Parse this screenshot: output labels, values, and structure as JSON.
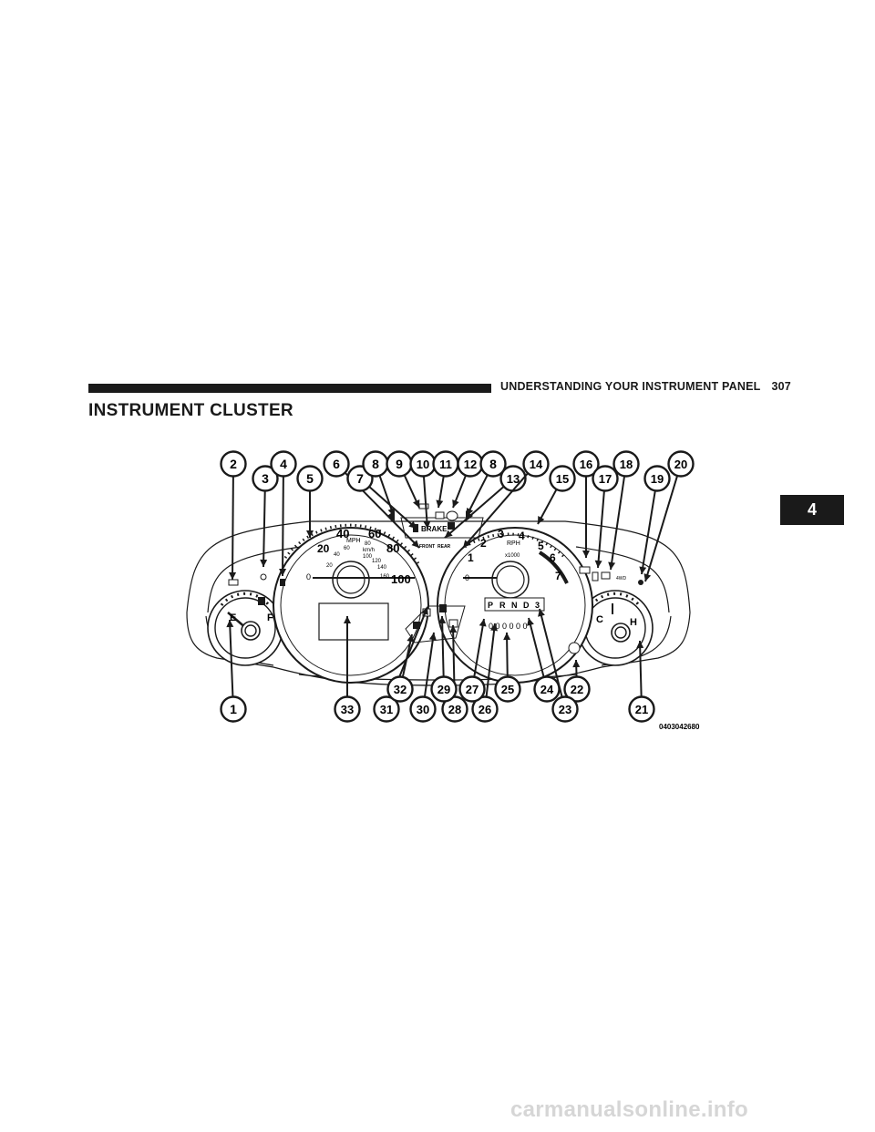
{
  "header": {
    "title": "UNDERSTANDING YOUR INSTRUMENT PANEL",
    "page_number": "307"
  },
  "section": {
    "title": "INSTRUMENT CLUSTER"
  },
  "chapter_tab": {
    "label": "4"
  },
  "figure": {
    "id": "0403042680",
    "callouts": [
      "1",
      "2",
      "3",
      "4",
      "5",
      "6",
      "7",
      "8",
      "9",
      "10",
      "11",
      "12",
      "8",
      "13",
      "14",
      "15",
      "16",
      "17",
      "18",
      "19",
      "20",
      "21",
      "22",
      "23",
      "24",
      "25",
      "26",
      "27",
      "28",
      "29",
      "30",
      "31",
      "32",
      "33"
    ],
    "fuel_gauge": {
      "empty": "E",
      "full": "F"
    },
    "temp_gauge": {
      "cold": "C",
      "hot": "H"
    },
    "speedometer": {
      "unit_mph": "MPH",
      "unit_kmh": "km/h",
      "mph_ticks": [
        "0",
        "20",
        "40",
        "60",
        "80",
        "100"
      ],
      "kmh_ticks": [
        "20",
        "40",
        "60",
        "80",
        "100",
        "120",
        "140",
        "160"
      ]
    },
    "tachometer": {
      "unit": "RPH",
      "multiplier": "x1000",
      "ticks": [
        "0",
        "1",
        "2",
        "3",
        "4",
        "5",
        "6",
        "7"
      ]
    },
    "indicator_text": {
      "brake": "BRAKE",
      "front": "FRONT",
      "rear": "REAR",
      "four_wd": "4WD"
    },
    "prndl": [
      "P",
      "R",
      "N",
      "D",
      "3"
    ],
    "odometer": "0 0 0 0 0 0"
  },
  "watermark": "carmanualsonline.info"
}
